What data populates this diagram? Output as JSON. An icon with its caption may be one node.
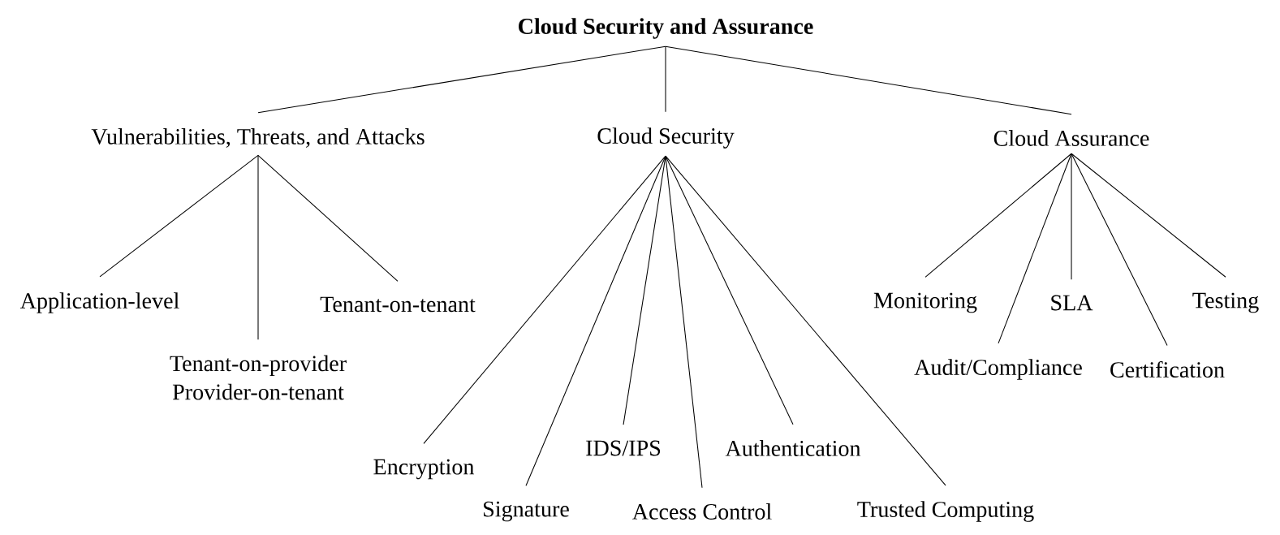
{
  "diagram": {
    "nodes": [
      {
        "text": [
          "Cloud Security and Assurance"
        ]
      },
      {
        "text": [
          "Vulnerabilities, Threats, and Attacks"
        ]
      },
      {
        "text": [
          "Cloud Security"
        ]
      },
      {
        "text": [
          "Cloud Assurance"
        ]
      },
      {
        "text": [
          "Application-level"
        ]
      },
      {
        "text": [
          "Tenant-on-provider Provider-on-tenant"
        ]
      },
      {
        "text": [
          "Tenant-on-tenant"
        ]
      },
      {
        "text": [
          "Encryption"
        ]
      },
      {
        "text": [
          "Signature"
        ]
      },
      {
        "text": [
          "IDS/IPS"
        ]
      },
      {
        "text": [
          "Access Control"
        ]
      },
      {
        "text": [
          "Authentication"
        ]
      },
      {
        "text": [
          "Trusted Computing"
        ]
      },
      {
        "text": [
          "Monitoring"
        ]
      },
      {
        "text": [
          "Audit/Compliance"
        ]
      },
      {
        "text": [
          "SLA"
        ]
      },
      {
        "text": [
          "Certification"
        ]
      },
      {
        "text": [
          "Testing"
        ]
      }
    ],
    "edges": [
      {
        "from": 0,
        "to": 1,
        "arrow": "none"
      },
      {
        "from": 0,
        "to": 2,
        "arrow": "none"
      },
      {
        "from": 0,
        "to": 3,
        "arrow": "none"
      },
      {
        "from": 1,
        "to": 4,
        "arrow": "none"
      },
      {
        "from": 1,
        "to": 5,
        "arrow": "none"
      },
      {
        "from": 1,
        "to": 6,
        "arrow": "none"
      },
      {
        "from": 2,
        "to": 7,
        "arrow": "none"
      },
      {
        "from": 2,
        "to": 8,
        "arrow": "none"
      },
      {
        "from": 2,
        "to": 9,
        "arrow": "none"
      },
      {
        "from": 2,
        "to": 10,
        "arrow": "none"
      },
      {
        "from": 2,
        "to": 11,
        "arrow": "none"
      },
      {
        "from": 2,
        "to": 12,
        "arrow": "none"
      },
      {
        "from": 3,
        "to": 13,
        "arrow": "none"
      },
      {
        "from": 3,
        "to": 14,
        "arrow": "none"
      },
      {
        "from": 3,
        "to": 15,
        "arrow": "none"
      },
      {
        "from": 3,
        "to": 16,
        "arrow": "none"
      },
      {
        "from": 3,
        "to": 17,
        "arrow": "none"
      }
    ]
  }
}
